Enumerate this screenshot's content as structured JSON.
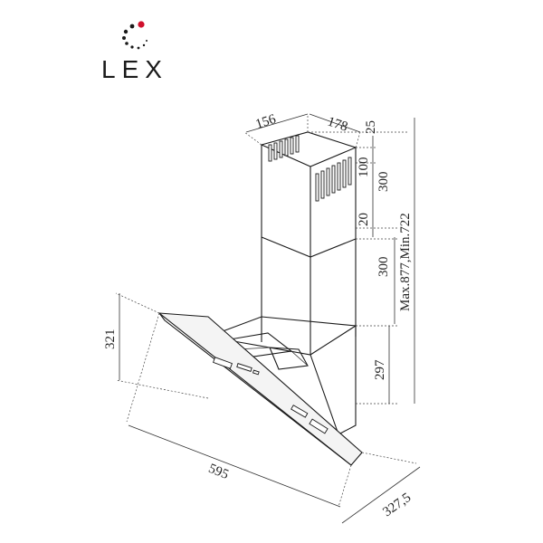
{
  "brand": {
    "name": "LEX",
    "colors": {
      "accent": "#d0102c",
      "dots": "#1a1a1a"
    }
  },
  "dimensions": {
    "chimney_width": "156",
    "chimney_depth": "178",
    "top_gap": "25",
    "upper_offset": "100",
    "upper_chimney": "300",
    "overlap": "20",
    "lower_chimney": "300",
    "total_height": "Max.877,Min.722",
    "front_height": "321",
    "body_height": "297",
    "width": "595",
    "depth": "327,5"
  }
}
